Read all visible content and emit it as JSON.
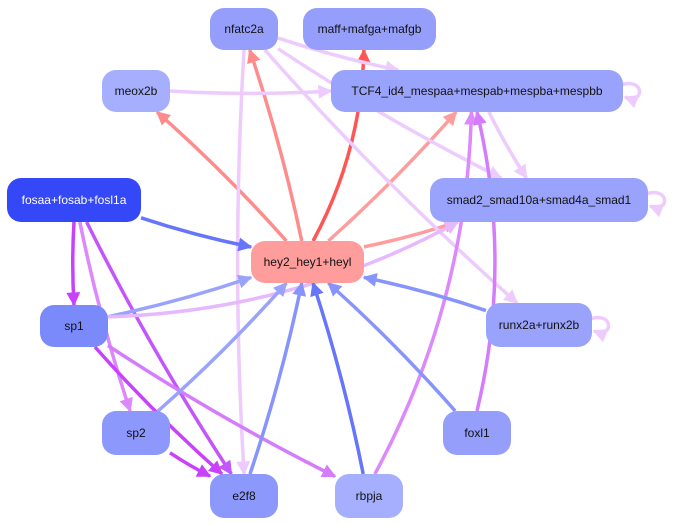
{
  "graph": {
    "nodes": [
      {
        "id": "nfatc2a",
        "label": "nfatc2a",
        "color": "#959ffb"
      },
      {
        "id": "maff",
        "label": "maff+mafga+mafgb",
        "color": "#959ffb"
      },
      {
        "id": "meox2b",
        "label": "meox2b",
        "color": "#a6affd"
      },
      {
        "id": "tcf4",
        "label": "TCF4_id4_mespaa+mespab+mespba+mespbb",
        "color": "#9aa3fb"
      },
      {
        "id": "fos",
        "label": "fosaa+fosab+fosl1a",
        "color": "#3548f7",
        "text": "#ffffff"
      },
      {
        "id": "smad",
        "label": "smad2_smad10a+smad4a_smad1",
        "color": "#9aa3fb"
      },
      {
        "id": "hey",
        "label": "hey2_hey1+heyl",
        "color": "#ff9d9d"
      },
      {
        "id": "sp1",
        "label": "sp1",
        "color": "#7b8afb"
      },
      {
        "id": "runx",
        "label": "runx2a+runx2b",
        "color": "#9aa3fb"
      },
      {
        "id": "sp2",
        "label": "sp2",
        "color": "#8c98fb"
      },
      {
        "id": "foxl1",
        "label": "foxl1",
        "color": "#959ffb"
      },
      {
        "id": "e2f8",
        "label": "e2f8",
        "color": "#8c98fb"
      },
      {
        "id": "rbpja",
        "label": "rbpja",
        "color": "#a6affd"
      }
    ],
    "edges": [
      {
        "from": "hey",
        "to": "nfatc2a",
        "color": "#ff8c8c"
      },
      {
        "from": "hey",
        "to": "maff",
        "color": "#ff5555"
      },
      {
        "from": "hey",
        "to": "meox2b",
        "color": "#ff8c8c"
      },
      {
        "from": "hey",
        "to": "tcf4",
        "color": "#ff9d9d"
      },
      {
        "from": "hey",
        "to": "smad",
        "color": "#ff9d9d"
      },
      {
        "from": "nfatc2a",
        "to": "tcf4",
        "color": "#eecbfd"
      },
      {
        "from": "nfatc2a",
        "to": "smad",
        "color": "#eecbfd"
      },
      {
        "from": "nfatc2a",
        "to": "runx",
        "color": "#eecbfd"
      },
      {
        "from": "nfatc2a",
        "to": "e2f8",
        "color": "#eecbfd"
      },
      {
        "from": "meox2b",
        "to": "tcf4",
        "color": "#eecbfd"
      },
      {
        "from": "tcf4",
        "to": "smad",
        "color": "#eecbfd"
      },
      {
        "from": "tcf4",
        "to": "tcf4",
        "color": "#eecbfd"
      },
      {
        "from": "smad",
        "to": "smad",
        "color": "#eecbfd"
      },
      {
        "from": "runx",
        "to": "runx",
        "color": "#eecbfd"
      },
      {
        "from": "fos",
        "to": "hey",
        "color": "#6675f9"
      },
      {
        "from": "fos",
        "to": "sp1",
        "color": "#c841fb"
      },
      {
        "from": "fos",
        "to": "sp2",
        "color": "#dd88fc"
      },
      {
        "from": "fos",
        "to": "e2f8",
        "color": "#c455fb"
      },
      {
        "from": "sp1",
        "to": "hey",
        "color": "#9aa3fb"
      },
      {
        "from": "sp1",
        "to": "smad",
        "color": "#e6b8fd"
      },
      {
        "from": "sp1",
        "to": "e2f8",
        "color": "#c841fb"
      },
      {
        "from": "sp1",
        "to": "rbpja",
        "color": "#d47cfb"
      },
      {
        "from": "sp2",
        "to": "hey",
        "color": "#9aa3fb"
      },
      {
        "from": "sp2",
        "to": "e2f8",
        "color": "#c841fb"
      },
      {
        "from": "e2f8",
        "to": "hey",
        "color": "#8794fb"
      },
      {
        "from": "rbpja",
        "to": "hey",
        "color": "#6675f9"
      },
      {
        "from": "rbpja",
        "to": "tcf4",
        "color": "#dd88fc"
      },
      {
        "from": "foxl1",
        "to": "hey",
        "color": "#8794fb"
      },
      {
        "from": "foxl1",
        "to": "tcf4",
        "color": "#d47cfb"
      },
      {
        "from": "runx",
        "to": "hey",
        "color": "#8794fb"
      }
    ]
  }
}
